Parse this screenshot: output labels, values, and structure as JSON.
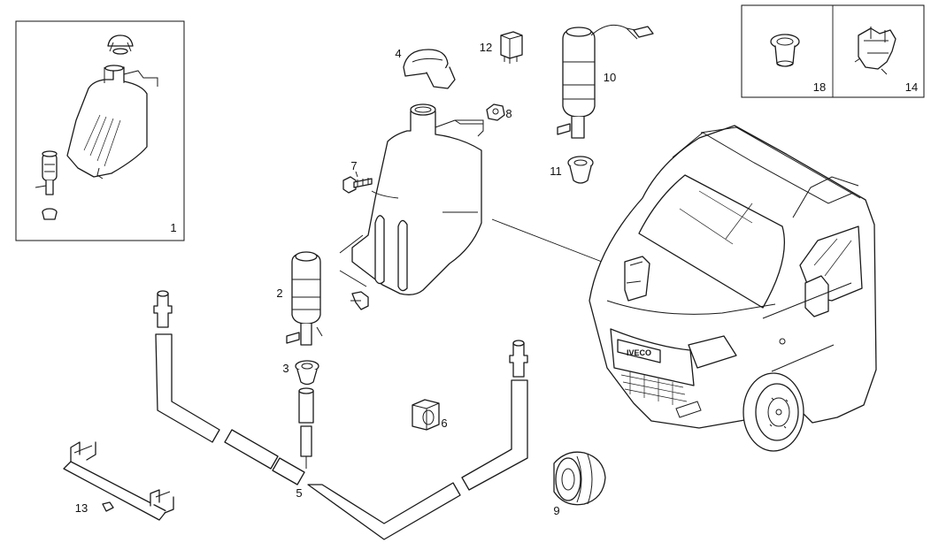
{
  "callouts": {
    "c1": "1",
    "c2": "2",
    "c3": "3",
    "c4": "4",
    "c5": "5",
    "c6": "6",
    "c7": "7",
    "c8": "8",
    "c9": "9",
    "c10": "10",
    "c11": "11",
    "c12": "12",
    "c13": "13",
    "c14": "14",
    "c18": "18"
  },
  "grille_badge": "IVECO"
}
